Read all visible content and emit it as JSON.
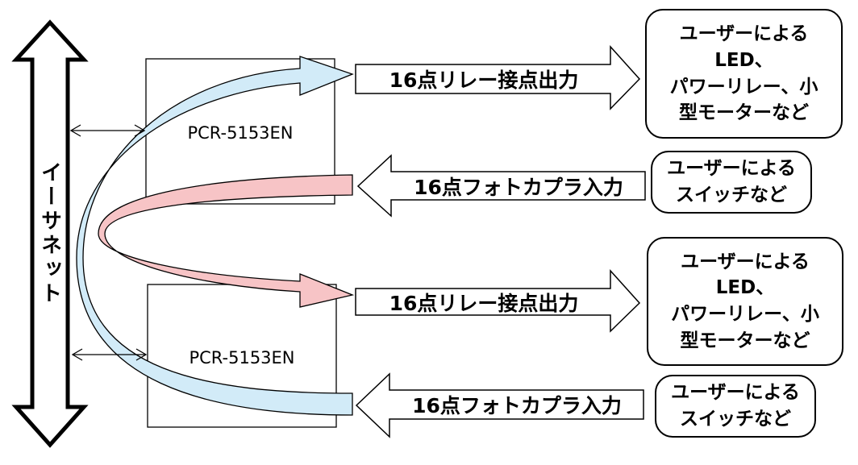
{
  "network": {
    "label": "イーサネット"
  },
  "devices": [
    {
      "label": "PCR-5153EN"
    },
    {
      "label": "PCR-5153EN"
    }
  ],
  "outputs": [
    {
      "label": "16点リレー接点出力",
      "user": "ユーザーによる\nLED、\nパワーリレー、小\n型モーターなど"
    },
    {
      "label": "16点リレー接点出力",
      "user": "ユーザーによる\nLED、\nパワーリレー、小\n型モーターなど"
    }
  ],
  "inputs": [
    {
      "label": "16点フォトカプラ入力",
      "user": "ユーザーによる\nスイッチなど"
    },
    {
      "label": "16点フォトカプラ入力",
      "user": "ユーザーによる\nスイッチなど"
    }
  ],
  "colors": {
    "blue_flow": "#d2ebf8",
    "red_flow": "#f7c4c6",
    "stroke": "#000000"
  }
}
